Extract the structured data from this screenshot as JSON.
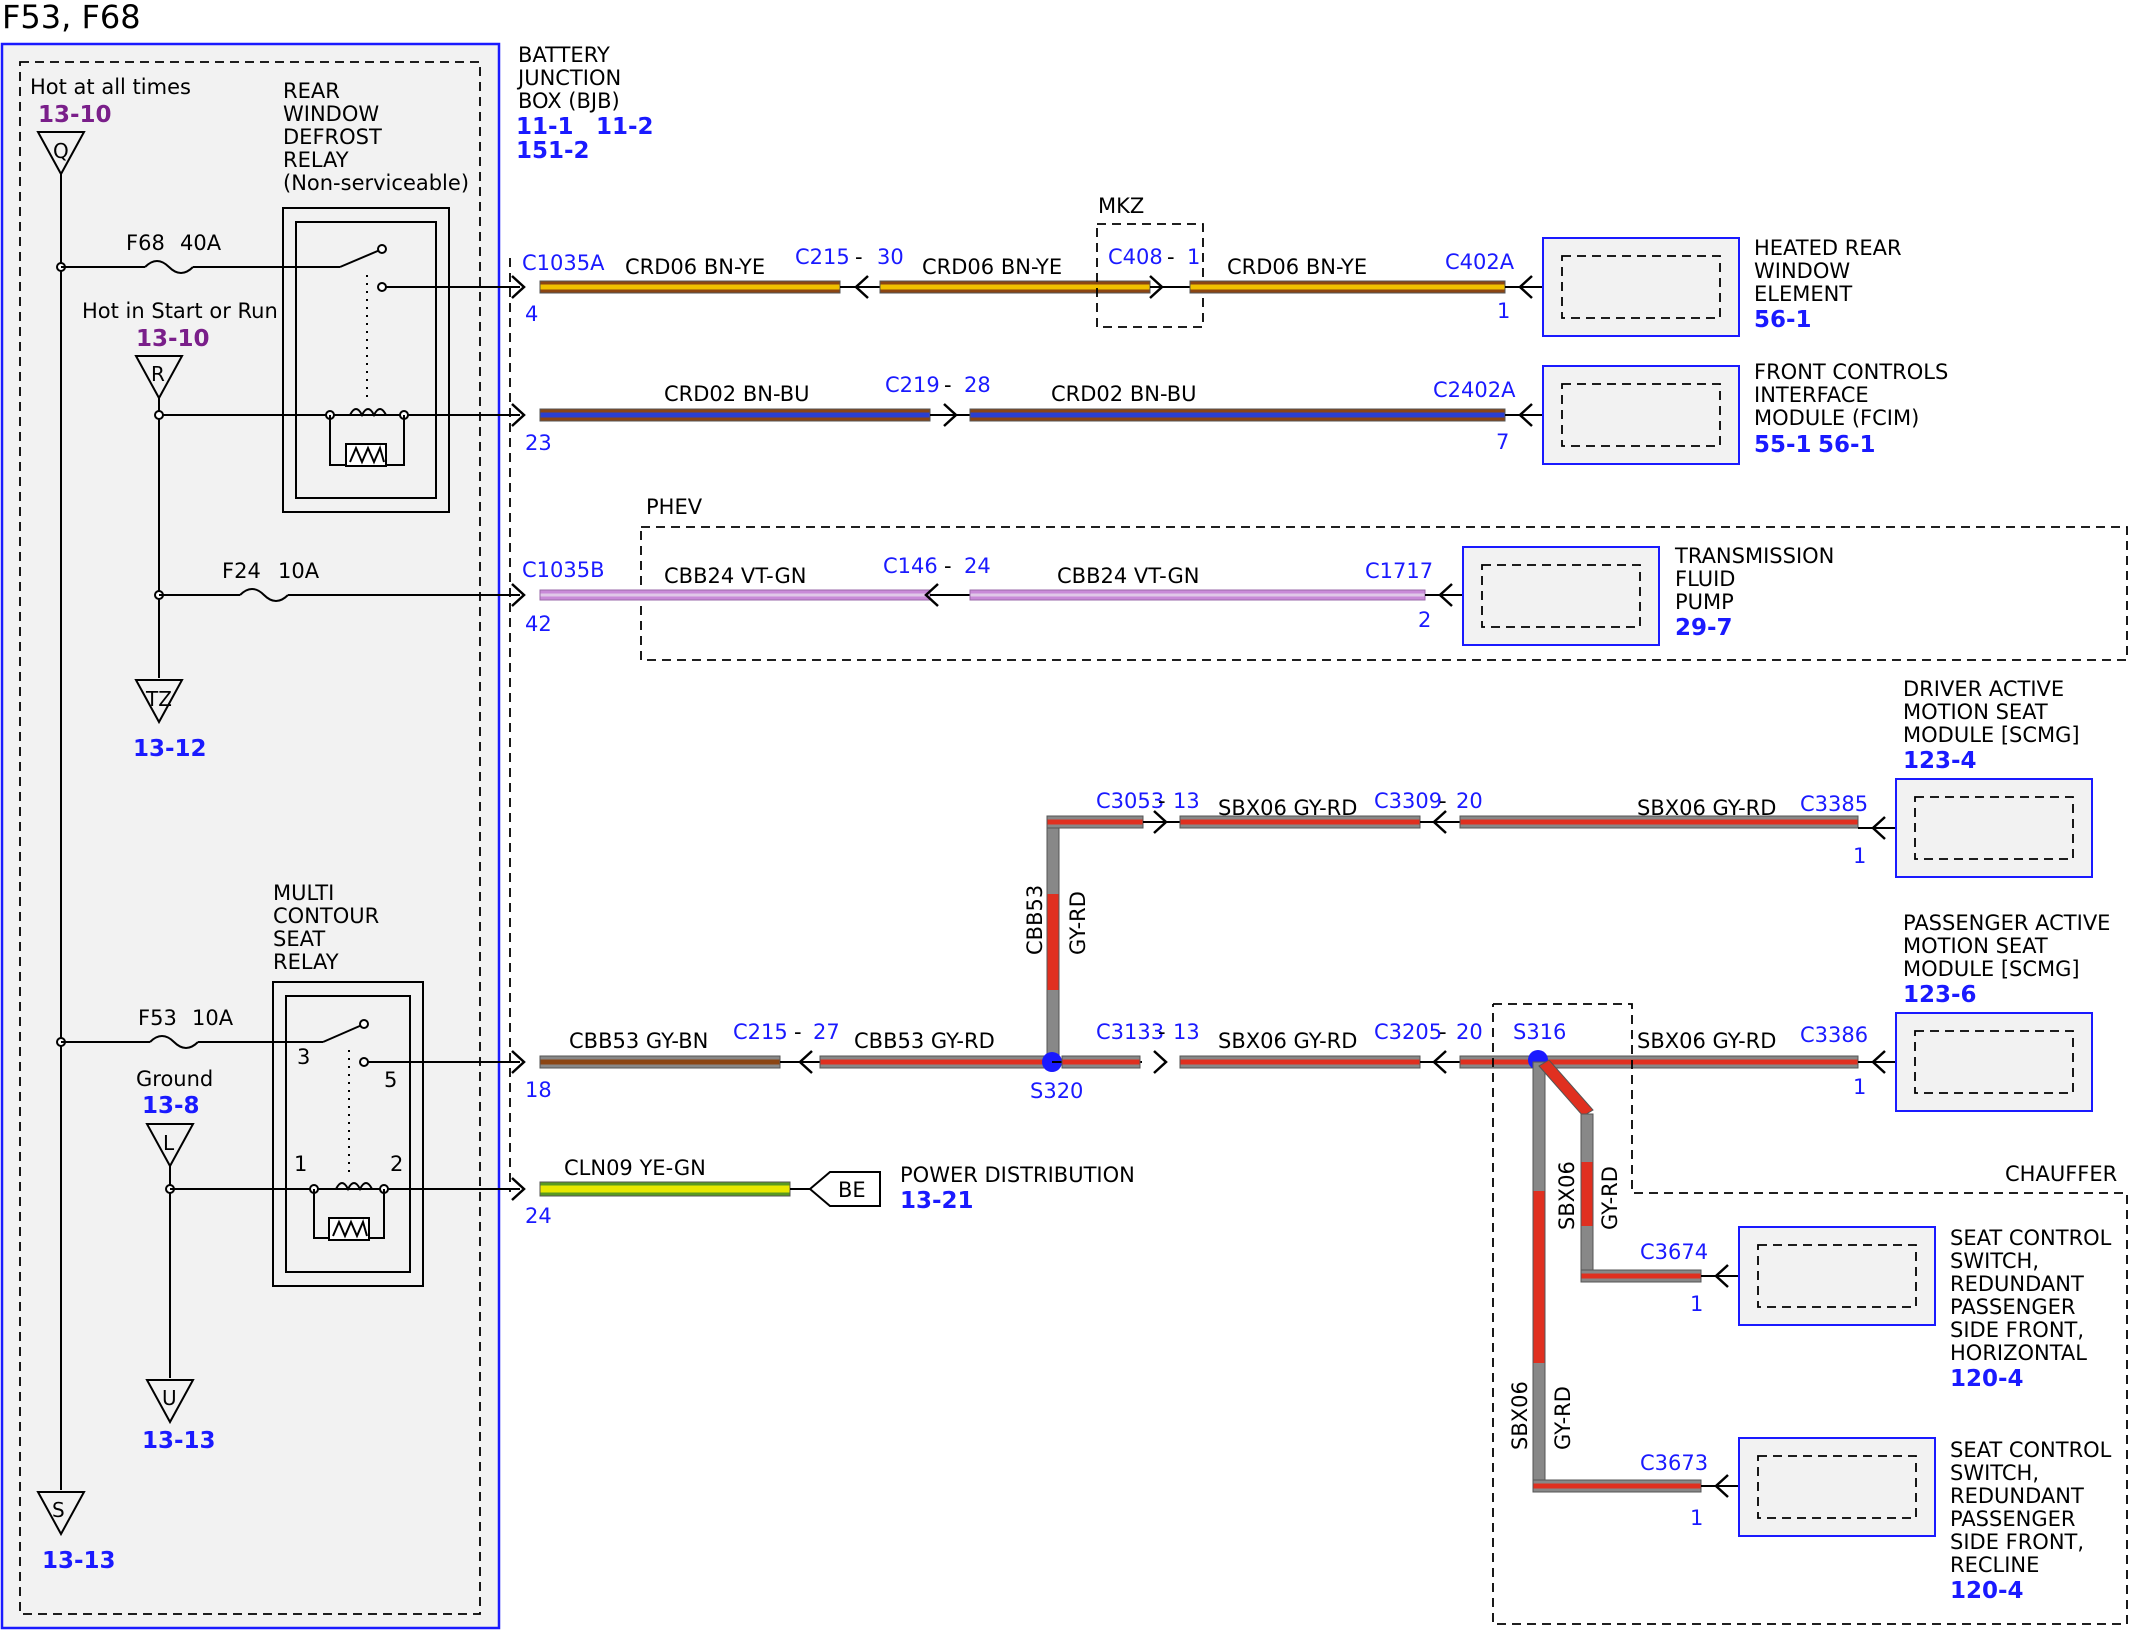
{
  "title": "F53, F68",
  "colors": {
    "module_border": "#1a1aff",
    "module_fill": "#f2f2f2",
    "splice_dot": "#1a1aff",
    "reference_blue": "#1a1aff",
    "reference_purple": "#7a1f8a"
  },
  "bjb": {
    "name": "BATTERY JUNCTION BOX (BJB)",
    "lines": [
      "BATTERY",
      "JUNCTION",
      "BOX (BJB)"
    ],
    "refs": [
      "11-1",
      "11-2",
      "151-2"
    ]
  },
  "power_sources": [
    {
      "id": "Q",
      "label": "Hot at all times",
      "ref": "13-10"
    },
    {
      "id": "R",
      "label": "Hot in Start or Run",
      "ref": "13-10"
    },
    {
      "id": "TZ",
      "ref": "13-12"
    },
    {
      "id": "L",
      "label": "Ground",
      "ref": "13-8"
    },
    {
      "id": "U",
      "ref": "13-13"
    },
    {
      "id": "S",
      "ref": "13-13"
    }
  ],
  "fuses": [
    {
      "name": "F68",
      "rating": "40A"
    },
    {
      "name": "F24",
      "rating": "10A"
    },
    {
      "name": "F53",
      "rating": "10A"
    }
  ],
  "relays": {
    "rear_defrost": [
      "REAR",
      "WINDOW",
      "DEFROST",
      "RELAY",
      "(Non-serviceable)"
    ],
    "seat": [
      "MULTI",
      "CONTOUR",
      "SEAT",
      "RELAY"
    ],
    "seat_pins": [
      "3",
      "5",
      "1",
      "2"
    ]
  },
  "circuits": {
    "heated_window": {
      "bjb_connector": "C1035A",
      "bjb_pin": "4",
      "segments": [
        "CRD06  BN-YE",
        "CRD06  BN-YE",
        "CRD06  BN-YE"
      ],
      "inline1": {
        "name": "C215",
        "pin": "30"
      },
      "inline2": {
        "name": "C408",
        "pin": "1"
      },
      "end_connector": "C402A",
      "end_pin": "1",
      "option": "MKZ",
      "module": {
        "lines": [
          "HEATED REAR",
          "WINDOW",
          "ELEMENT"
        ],
        "refs": [
          "56-1"
        ]
      }
    },
    "fcim": {
      "bjb_pin": "23",
      "segments": [
        "CRD02  BN-BU",
        "CRD02  BN-BU"
      ],
      "inline": {
        "name": "C219",
        "pin": "28"
      },
      "end_connector": "C2402A",
      "end_pin": "7",
      "module": {
        "lines": [
          "FRONT CONTROLS",
          "INTERFACE",
          "MODULE (FCIM)"
        ],
        "refs": [
          "55-1",
          "56-1"
        ]
      }
    },
    "trans_pump": {
      "bjb_connector": "C1035B",
      "bjb_pin": "42",
      "segments": [
        "CBB24 VT-GN",
        "CBB24 VT-GN"
      ],
      "inline": {
        "name": "C146",
        "pin": "24"
      },
      "end_connector": "C1717",
      "end_pin": "2",
      "option": "PHEV",
      "module": {
        "lines": [
          "TRANSMISSION",
          "FLUID",
          "PUMP"
        ],
        "refs": [
          "29-7"
        ]
      }
    },
    "seat_feed": {
      "bjb_pin": "18",
      "segments": [
        "CBB53  GY-BN",
        "CBB53  GY-RD"
      ],
      "inline": {
        "name": "C215",
        "pin": "27"
      },
      "splice": "S320",
      "vertical_wire": {
        "circuit": "CBB53",
        "color": "GY-RD"
      }
    },
    "driver_seat": {
      "inline1": {
        "name": "C3053",
        "pin": "13"
      },
      "inline2": {
        "name": "C3309",
        "pin": "20"
      },
      "segments": [
        "SBX06  GY-RD",
        "SBX06  GY-RD"
      ],
      "end_connector": "C3385",
      "end_pin": "1",
      "module": {
        "lines": [
          "DRIVER ACTIVE",
          "MOTION SEAT",
          "MODULE [SCMG]"
        ],
        "refs": [
          "123-4"
        ]
      }
    },
    "passenger_seat": {
      "inline1": {
        "name": "C3133",
        "pin": "13"
      },
      "inline2": {
        "name": "C3205",
        "pin": "20"
      },
      "segments": [
        "SBX06  GY-RD",
        "SBX06  GY-RD"
      ],
      "splice": "S316",
      "end_connector": "C3386",
      "end_pin": "1",
      "module": {
        "lines": [
          "PASSENGER ACTIVE",
          "MOTION SEAT",
          "MODULE [SCMG]"
        ],
        "refs": [
          "123-6"
        ]
      }
    },
    "chauffeur": {
      "option": "CHAUFFER",
      "branch_wire": {
        "circuit": "SBX06",
        "color": "GY-RD"
      },
      "horizontal": {
        "connector": "C3674",
        "pin": "1",
        "lines": [
          "SEAT CONTROL",
          "SWITCH,",
          "REDUNDANT",
          "PASSENGER",
          "SIDE FRONT,",
          "HORIZONTAL"
        ],
        "refs": [
          "120-4"
        ]
      },
      "recline": {
        "connector": "C3673",
        "pin": "1",
        "lines": [
          "SEAT CONTROL",
          "SWITCH,",
          "REDUNDANT",
          "PASSENGER",
          "SIDE FRONT,",
          "RECLINE"
        ],
        "refs": [
          "120-4"
        ]
      }
    },
    "ground": {
      "bjb_pin": "24",
      "segment": "CLN09  YE-GN",
      "terminal": "BE",
      "label": "POWER DISTRIBUTION",
      "ref": "13-21"
    }
  },
  "wire_colors": {
    "BN-YE": [
      "#8b4513",
      "#f0c000"
    ],
    "BN-BU": [
      "#8b4513",
      "#2a3fd0"
    ],
    "VT-GN": [
      "#c98ad8",
      "#d9b8e0"
    ],
    "GY-BN": [
      "#888888",
      "#8b4513"
    ],
    "GY-RD": [
      "#888888",
      "#e03020"
    ],
    "YE-GN": [
      "#e8e800",
      "#5a9a20"
    ]
  }
}
